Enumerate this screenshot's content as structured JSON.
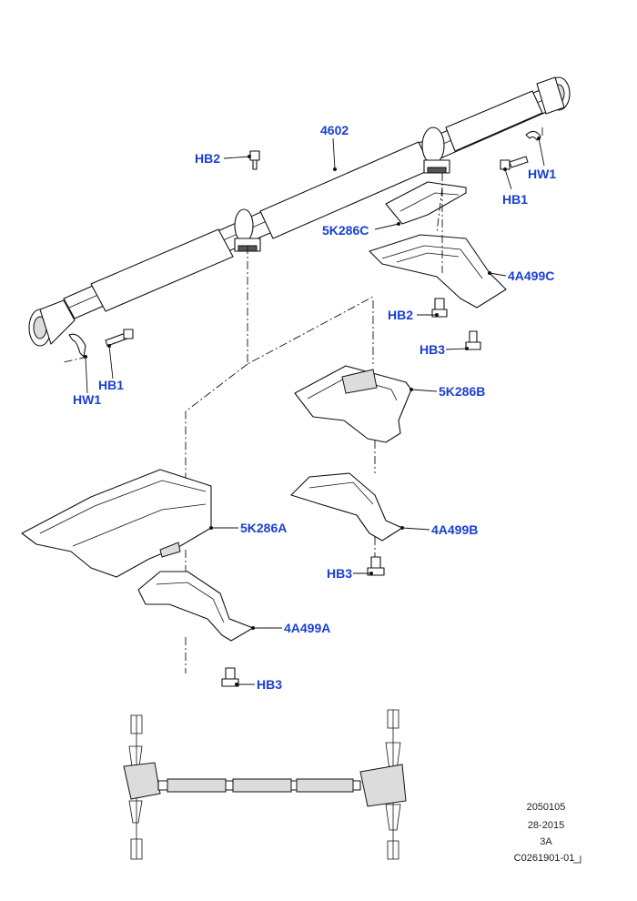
{
  "callouts": {
    "c4602": "4602",
    "hb2_top": "HB2",
    "hw1_right": "HW1",
    "hb1_right": "HB1",
    "c5k286c": "5K286C",
    "c4a499c": "4A499C",
    "hb2_mid": "HB2",
    "hb3_mid": "HB3",
    "hb1_left": "HB1",
    "hw1_left": "HW1",
    "c5k286b": "5K286B",
    "c5k286a": "5K286A",
    "c4a499b": "4A499B",
    "hb3_b": "HB3",
    "c4a499a": "4A499A",
    "hb3_a": "HB3"
  },
  "meta": {
    "line1": "2050105",
    "line2": "28-2015",
    "line3": "3A",
    "line4": "C0261901-01"
  },
  "colors": {
    "callout": "#1a3fd1",
    "line": "#111111"
  }
}
